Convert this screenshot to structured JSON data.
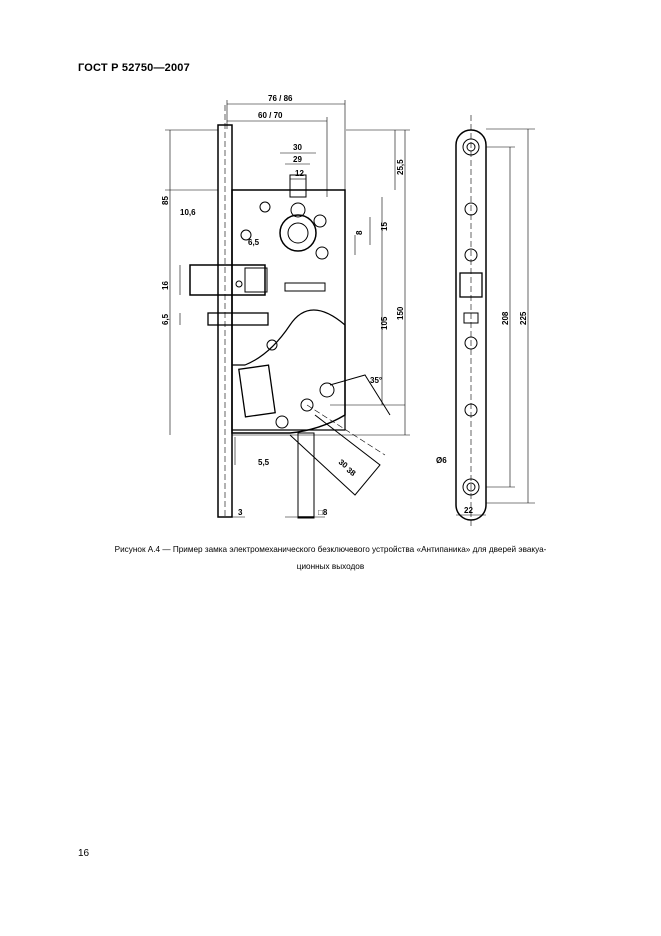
{
  "header": {
    "standard_code": "ГОСТ Р 52750—2007"
  },
  "figure": {
    "dimensions": {
      "d_76_86": "76 / 86",
      "d_60_70": "60 / 70",
      "d_30": "30",
      "d_29": "29",
      "d_12": "12",
      "d_25_5": "25,5",
      "d_85": "85",
      "d_10_6": "10,6",
      "d_8": "8",
      "d_15": "15",
      "d_6_5a": "6,5",
      "d_16": "16",
      "d_6_5b": "6,5",
      "d_105": "105",
      "d_150": "150",
      "d_35deg": "35°",
      "d_5_5": "5,5",
      "d_30b": "30",
      "d_38": "38",
      "d_3": "3",
      "d_sq8": "□8",
      "d_208": "208",
      "d_225": "225",
      "d_dia6": "Ø6",
      "d_22": "22"
    }
  },
  "caption": {
    "line1": "Рисунок А.4 — Пример замка электромеханического безключевого устройства «Антипаника» для дверей эвакуа-",
    "line2": "ционных выходов"
  },
  "footer": {
    "page_number": "16"
  }
}
